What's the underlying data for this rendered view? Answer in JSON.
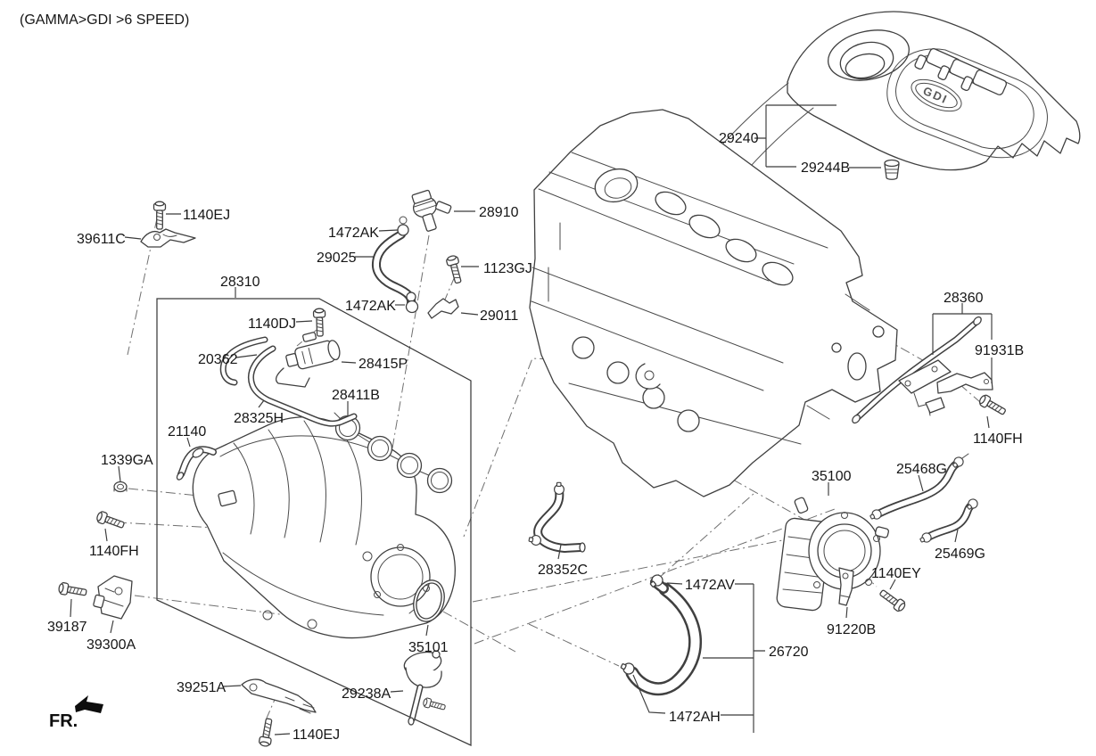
{
  "title": "(GAMMA>GDI >6 SPEED)",
  "direction_indicator": "FR.",
  "colors": {
    "ink": "#3a3a3a",
    "background": "#ffffff"
  },
  "parts": {
    "engine_cover": "29240",
    "cover_grommet": "29244B",
    "cover_bracket_bolt": "1140EJ",
    "purge_bracket": "39611C",
    "intake_manifold_assy": "28310",
    "pcv_valve": "28910",
    "pcv_clamp_upper": "1472AK",
    "pcv_hose": "29025",
    "bracket_bolt_1123gj": "1123GJ",
    "pcv_clamp_lower": "1472AK",
    "hose_bracket": "29011",
    "solenoid_bolt": "1140DJ",
    "vapor_hose_a": "20362",
    "purge_control_valve": "28415P",
    "manifold_gasket": "28411B",
    "vapor_hose_b": "28325H",
    "vacuum_nipple": "21140",
    "manifold_nut": "1339GA",
    "manifold_bolt_left": "1140FH",
    "sensor_bolt": "39187",
    "map_sensor": "39300A",
    "stay_bracket": "39251A",
    "stay_bolt": "1140EJ",
    "vcm_actuator": "29238A",
    "throttle_oring": "35101",
    "vent_hose": "28352C",
    "breather_clamp_upper": "1472AV",
    "breather_hose": "26720",
    "breather_clamp_lower": "1472AH",
    "vacuum_pipe_assy": "28360",
    "pipe_bracket": "91931B",
    "pipe_bolt": "1140FH",
    "throttle_body": "35100",
    "coolant_hose_inlet": "25468G",
    "coolant_hose_outlet": "25469G",
    "throttle_bolt": "1140EY",
    "harness_bracket": "91220B"
  }
}
